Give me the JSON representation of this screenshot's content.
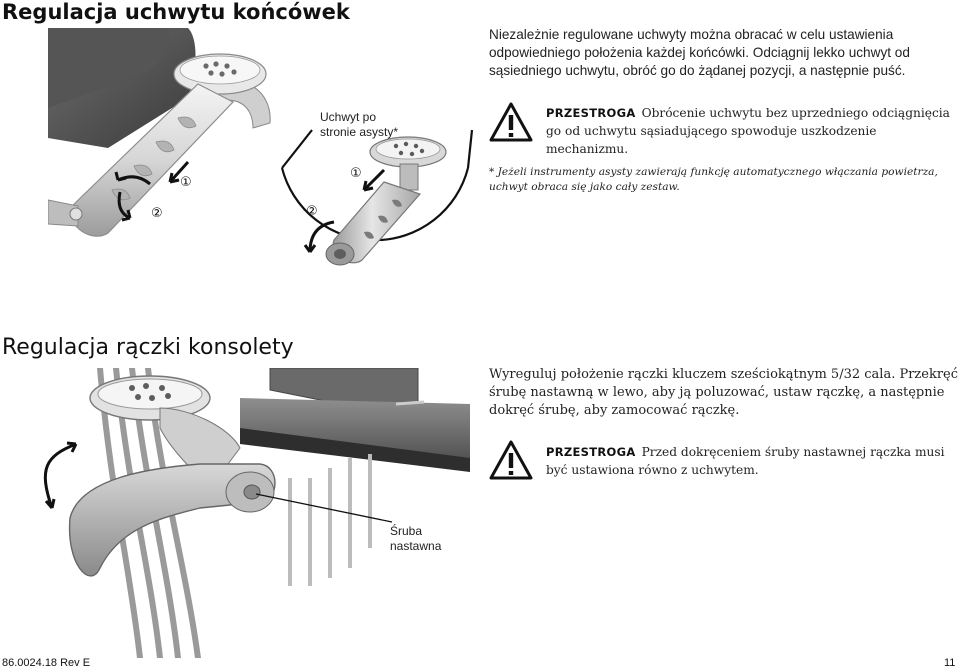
{
  "section1": {
    "title": "Regulacja uchwytu końcówek",
    "paragraph": "Niezależnie regulowane uchwyty można obracać w celu ustawienia odpowiedniego położenia każdej końcówki. Odciągnij lekko uchwyt od sąsiedniego uchwytu, obróć go do żądanej pozycji, a następnie puść.",
    "caution_label": "PRZESTROGA",
    "caution_text": "Obrócenie uchwytu bez uprzedniego odciągnięcia go od uchwytu sąsiadującego spowoduje uszkodzenie mechanizmu.",
    "note": "* Jeżeli instrumenty asysty zawierają funkcję automatycznego włączania powietrza, uchwyt obraca się jako cały zestaw.",
    "callout_assistant": "Uchwyt po stronie asysty*",
    "step1_marker": "①",
    "step2_marker": "②",
    "warning_icon": "warning-triangle-icon"
  },
  "section2": {
    "title": "Regulacja rączki konsolety",
    "paragraph": "Wyreguluj położenie rączki kluczem sześciokątnym 5/32 cala. Przekręć śrubę nastawną w lewo, aby ją poluzować, ustaw rączkę, a następnie dokręć śrubę, aby zamocować rączkę.",
    "caution_label": "PRZESTROGA",
    "caution_text": "Przed dokręceniem śruby nastawnej rączka musi być ustawiona równo z uchwytem.",
    "callout_screw": "Śruba nastawna",
    "warning_icon": "warning-triangle-icon"
  },
  "footer": {
    "doc_number": "86.0024.18 Rev E",
    "page_number": "11"
  }
}
